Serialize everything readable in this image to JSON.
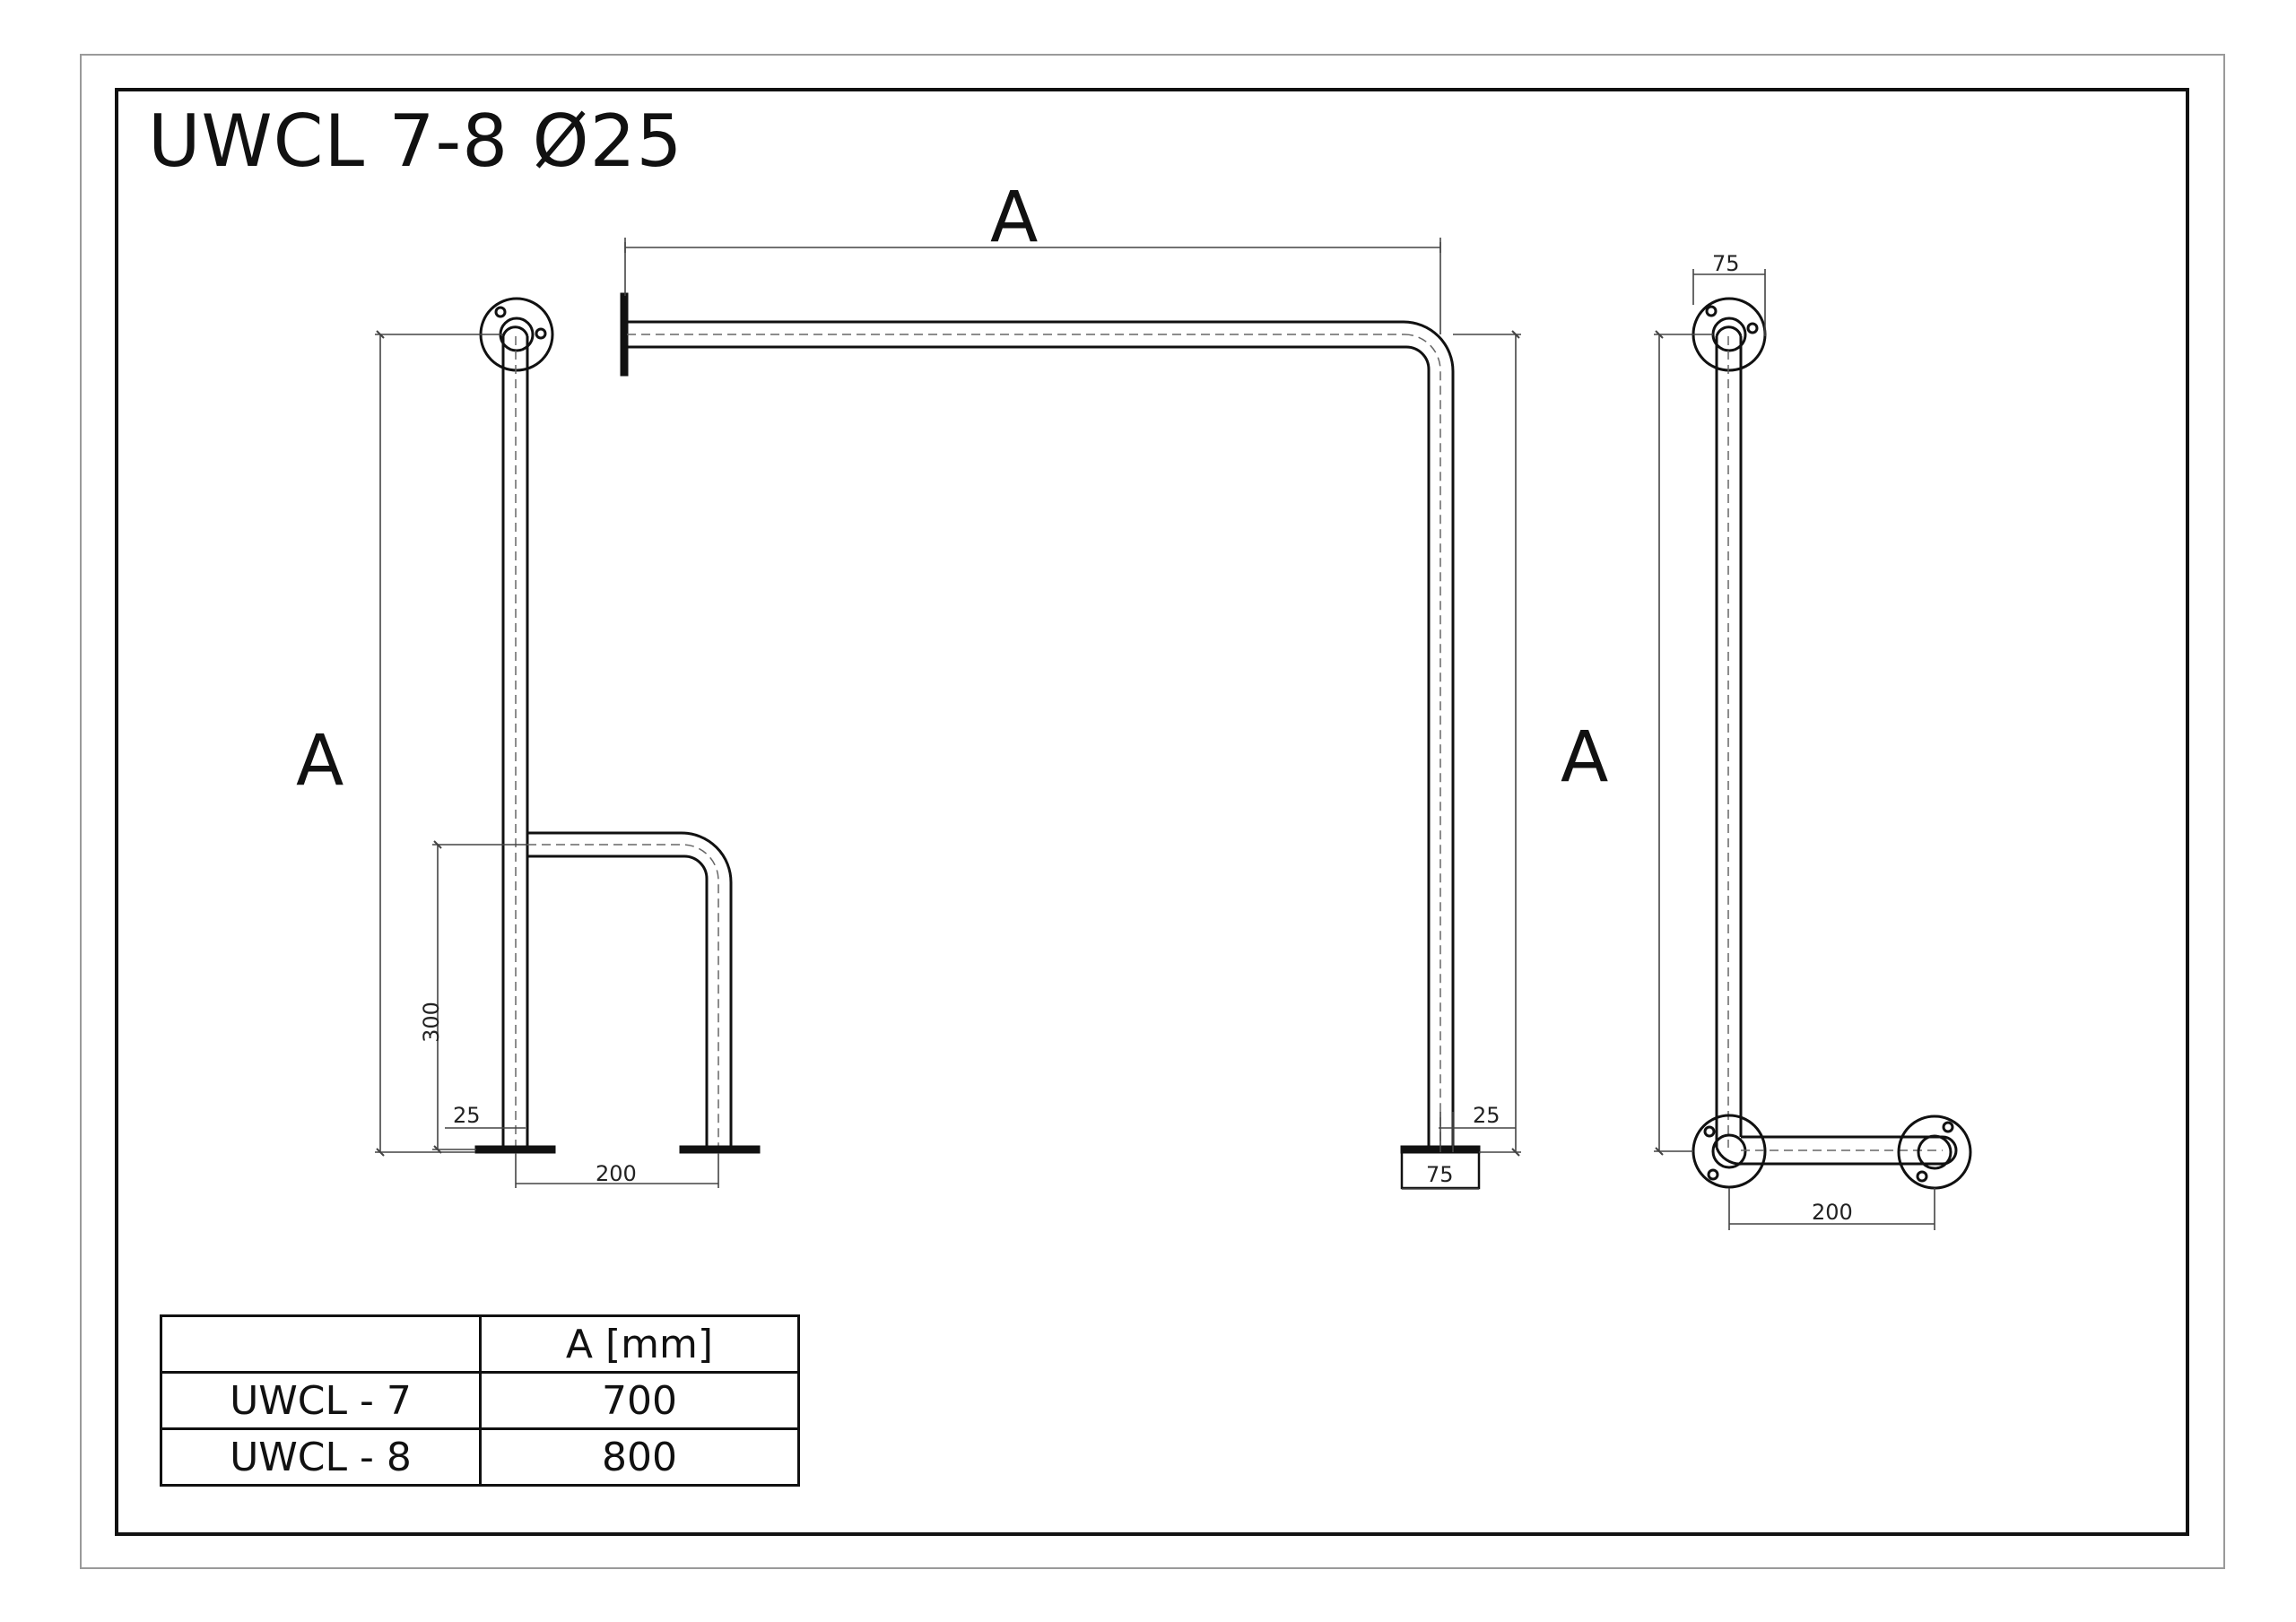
{
  "title": "UWCL 7-8 Ø25",
  "dimension_labels": {
    "a_top": "A",
    "a_left": "A",
    "a_right": "A",
    "d_300": "300",
    "d_25_left": "25",
    "d_200_left": "200",
    "d_25_mid": "25",
    "d_75_mid": "75",
    "d_75_right": "75",
    "d_200_right": "200"
  },
  "table": {
    "header": [
      "",
      "A [mm]"
    ],
    "rows": [
      [
        "UWCL - 7",
        "700"
      ],
      [
        "UWCL - 8",
        "800"
      ]
    ]
  },
  "colors": {
    "line": "#111111",
    "dim_line": "#444444",
    "frame_outer": "#9a9a9a"
  }
}
